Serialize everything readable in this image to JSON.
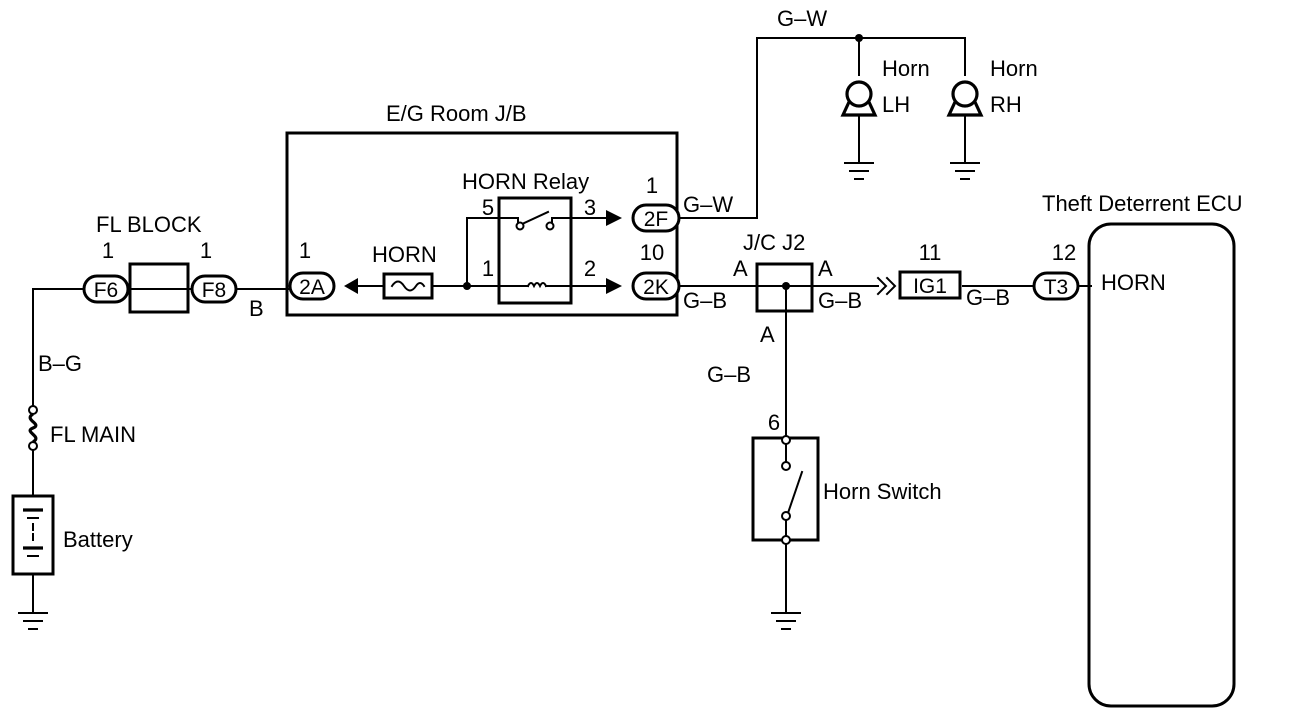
{
  "labels": {
    "eg_room_jb": "E/G Room J/B",
    "horn_relay": "HORN Relay",
    "horn_fuse": "HORN",
    "fl_block": "FL BLOCK",
    "fl_main": "FL MAIN",
    "battery": "Battery",
    "jc_j2": "J/C J2",
    "theft_ecu": "Theft Deterrent ECU",
    "ecu_horn": "HORN",
    "horn_lh_top": "Horn",
    "horn_lh_bottom": "LH",
    "horn_rh_top": "Horn",
    "horn_rh_bottom": "RH",
    "horn_switch": "Horn Switch"
  },
  "connectors": {
    "f6": "F6",
    "f8": "F8",
    "c2a": "2A",
    "c2f": "2F",
    "c2k": "2K",
    "ig1": "IG1",
    "t3": "T3"
  },
  "pins": {
    "f6": "1",
    "f8": "1",
    "c2a": "1",
    "relay_5": "5",
    "relay_3": "3",
    "relay_1": "1",
    "relay_2": "2",
    "c2f": "1",
    "c2k": "10",
    "ig1": "11",
    "t3": "12",
    "horn_switch": "6"
  },
  "wire_colors": {
    "b_g": "B–G",
    "b": "B",
    "g_w_top": "G–W",
    "g_w_2f": "G–W",
    "g_b_2k": "G–B",
    "g_b_j2": "G–B",
    "g_b_ig1": "G–B",
    "g_b_down": "G–B"
  },
  "jc_points": {
    "left": "A",
    "right": "A",
    "bottom": "A"
  },
  "colors": {
    "line": "#000000",
    "background": "#ffffff"
  }
}
